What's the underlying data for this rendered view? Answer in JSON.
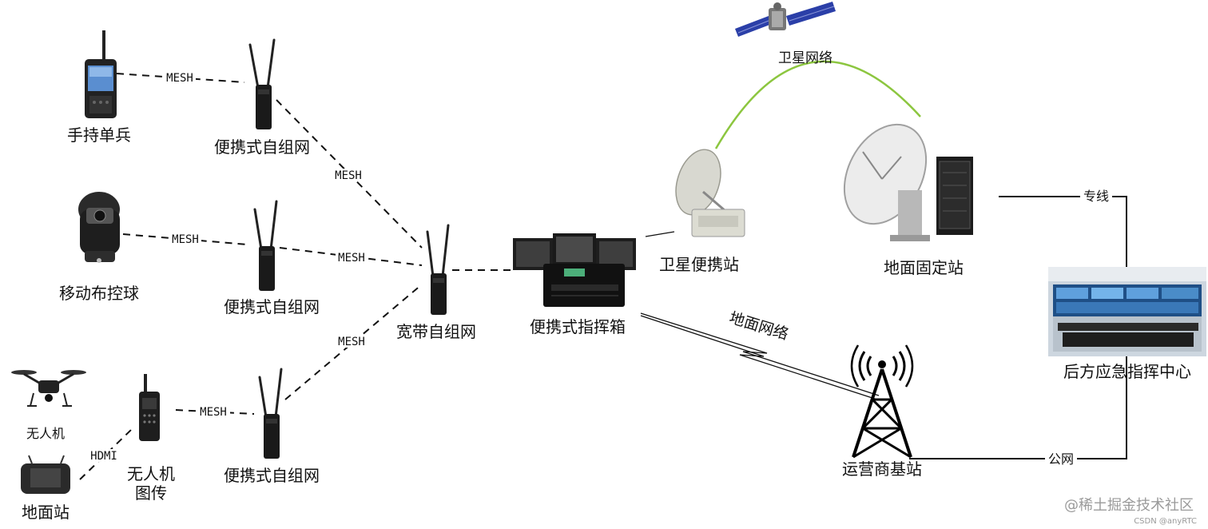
{
  "nodes": {
    "handheld": "手持单兵",
    "mesh_top": "便携式自组网",
    "ptz": "移动布控球",
    "mesh_mid": "便携式自组网",
    "drone": "无人机",
    "ground_station": "地面站",
    "drone_tx_line1": "无人机",
    "drone_tx_line2": "图传",
    "mesh_bottom": "便携式自组网",
    "broadband": "宽带自组网",
    "command_box": "便携式指挥箱",
    "sat_portable": "卫星便携站",
    "ground_fixed": "地面固定站",
    "base_station": "运营商基站",
    "rear_center": "后方应急指挥中心"
  },
  "edges": {
    "mesh_1": "MESH",
    "mesh_2": "MESH",
    "mesh_3": "MESH",
    "mesh_4": "MESH",
    "mesh_5": "MESH",
    "mesh_6": "MESH",
    "hdmi": "HDMI",
    "satellite_net": "卫星网络",
    "ground_net": "地面网络",
    "leased_line": "专线",
    "public_net": "公网"
  },
  "watermark": {
    "main": "@稀土掘金技术社区",
    "sub": "CSDN @anyRTC"
  },
  "colors": {
    "satellite_link": "#8cc63f",
    "line": "#111111",
    "watermark": "#9a9a9a"
  }
}
